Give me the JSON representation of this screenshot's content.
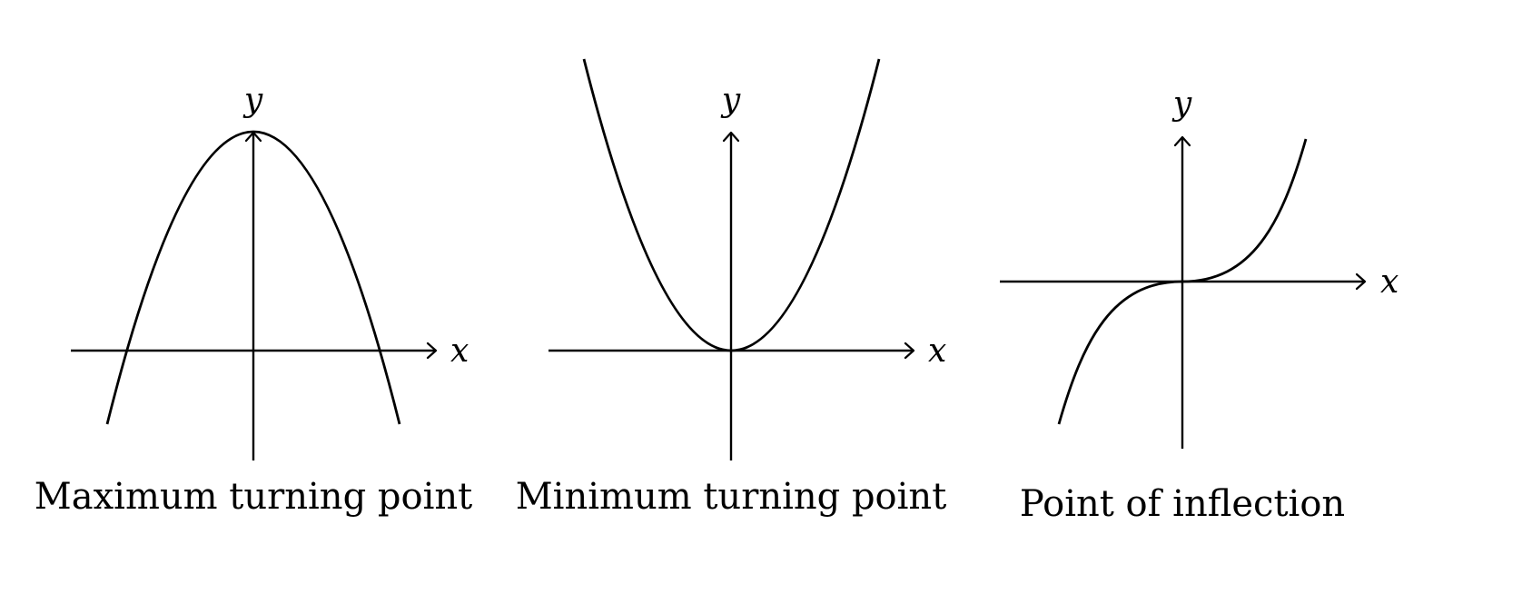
{
  "figure": {
    "background": "#ffffff",
    "stroke_color": "#000000",
    "panels": [
      {
        "id": "maximum",
        "caption": "Maximum turning point",
        "x_label": "x",
        "y_label": "y",
        "curve_type": "downward parabola",
        "equation_hint": "y = -x^2 + c",
        "turning_point": "maximum on y-axis"
      },
      {
        "id": "minimum",
        "caption": "Minimum turning point",
        "x_label": "x",
        "y_label": "y",
        "curve_type": "upward parabola",
        "equation_hint": "y = x^2",
        "turning_point": "minimum at origin"
      },
      {
        "id": "inflection",
        "caption": "Point of inflection",
        "x_label": "x",
        "y_label": "y",
        "curve_type": "cubic",
        "equation_hint": "y = x^3",
        "turning_point": "stationary point of inflection at origin"
      }
    ]
  }
}
